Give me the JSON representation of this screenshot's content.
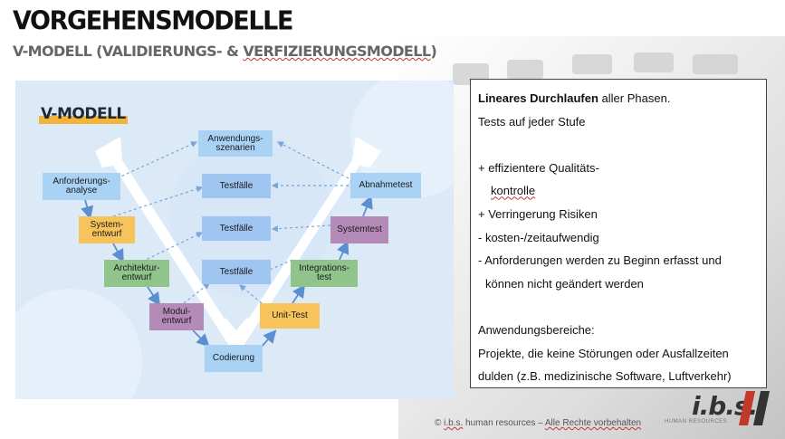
{
  "header": {
    "title": "VORGEHENSMODELLE",
    "subtitle_prefix": "V-MODELL (VALIDIERUNGS- & ",
    "subtitle_underlined": "VERFIZIERUNGSMODELL",
    "subtitle_suffix": ")"
  },
  "diagram": {
    "title": "V-MODELL",
    "boxes": {
      "anwendungsszenarien": "Anwendungs-\nszenarien",
      "anforderungsanalyse": "Anforderungs-\nanalyse",
      "systementwurf": "System-\nentwurf",
      "architekturentwurf": "Architektur-\nentwurf",
      "modulentwurf": "Modul-\nentwurf",
      "codierung": "Codierung",
      "unit_test": "Unit-Test",
      "integrationstest": "Integrations-\ntest",
      "systemtest": "Systemtest",
      "abnahmetest": "Abnahmetest",
      "testfaelle_1": "Testfälle",
      "testfaelle_2": "Testfälle",
      "testfaelle_3": "Testfälle"
    },
    "colors": {
      "blue": "#a9d2f5",
      "yellow": "#f6c45a",
      "green": "#8fc48a",
      "purple": "#b48bb8",
      "testfaelle": "#9ec6f0",
      "arrow": "#5b8fd0"
    }
  },
  "textbox": {
    "line1_bold": "Lineares Durchlaufen",
    "line1_rest": " aller Phasen.",
    "line2": "Tests auf jeder Stufe",
    "line4": "+ effizientere Qualitäts-",
    "line5": "kontrolle",
    "line6": "+ Verringerung Risiken",
    "line7": "- kosten-/zeitaufwendig",
    "line8": "- Anforderungen werden zu Beginn erfasst und",
    "line9": "können nicht geändert werden",
    "line11": "Anwendungsbereiche:",
    "line12": "Projekte, die keine Störungen oder Ausfallzeiten",
    "line13": "dulden (z.B. medizinische Software, Luftverkehr)"
  },
  "footer": {
    "prefix": "© ",
    "brand": "i.b.s.",
    "middle": " human resources – ",
    "rights": "Alle Rechte vorbehalten"
  },
  "logo": {
    "text": "i.b.s.",
    "sub": "HUMAN RESOURCES",
    "bar_color": "#c0392b",
    "bar_dark": "#333333"
  }
}
